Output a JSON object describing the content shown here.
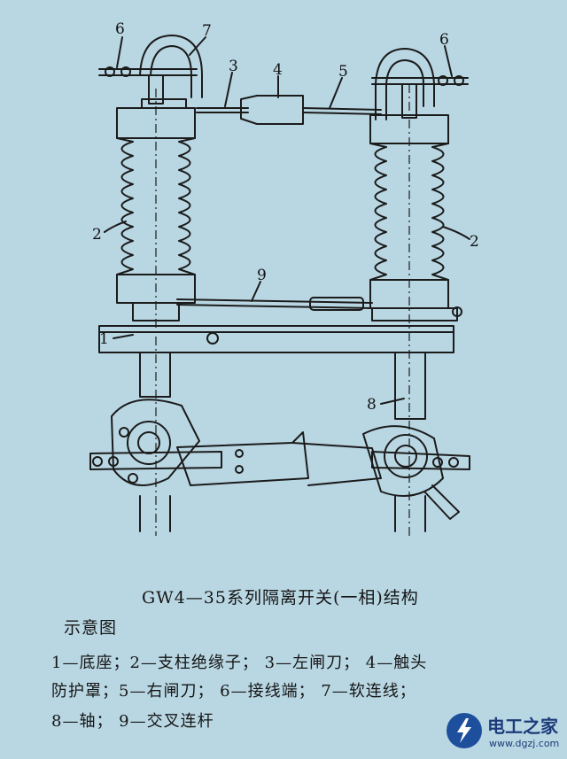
{
  "diagram": {
    "callouts": {
      "n6_left": "6",
      "n7": "7",
      "n3": "3",
      "n4": "4",
      "n5": "5",
      "n6_right": "6",
      "n2_left": "2",
      "n2_right": "2",
      "n9": "9",
      "n1": "1",
      "n8": "8"
    }
  },
  "caption": {
    "title": "GW4—35系列隔离开关(一相)结构",
    "title_cont": "示意图"
  },
  "legend": {
    "line1": "1—底座；2—支柱绝缘子；  3—左闸刀；  4—触头",
    "line2": "防护罩；5—右闸刀；    6—接线端；  7—软连线；",
    "line3": "8—轴；   9—交叉连杆"
  },
  "watermark": {
    "name": "电工之家",
    "url": "www.dgzj.com",
    "colors": {
      "badge": "#1d4f9c",
      "text": "#1d3b7a"
    }
  }
}
